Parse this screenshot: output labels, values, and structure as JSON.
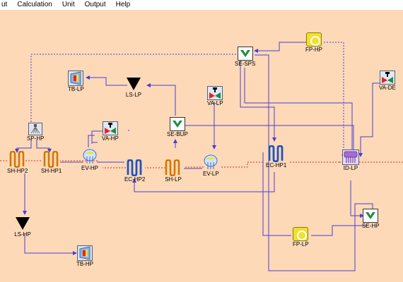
{
  "menu": [
    "ut",
    "Calculation",
    "Unit",
    "Output",
    "Help"
  ],
  "units": {
    "fp_hp": "FP-HP",
    "se_sps": "SE-SPS",
    "tb_lp": "TB-LP",
    "ls_lp": "LS-LP",
    "va_lp": "VA-LP",
    "va_de": "VA-DE",
    "se_bup": "SE-BUP",
    "sp_hp": "SP-HP",
    "va_hp": "VA-HP",
    "sh_hp2": "SH-HP2",
    "sh_hp1": "SH-HP1",
    "ev_hp": "EV-HP",
    "ec_hp2": "EC-HP2",
    "sh_lp": "SH-LP",
    "ev_lp": "EV-LP",
    "ec_hp1": "EC-HP1",
    "id_lp": "ID-LP",
    "se_hp": "SE-HP",
    "ls_hp": "LS-HP",
    "fp_lp": "FP-LP",
    "tb_hp": "TB-HP"
  },
  "colors": {
    "canvas": "#fdd9b8",
    "pipe": "#4a3fd0",
    "flue_gas": "#e8231b",
    "coil_yellow": "#e9a91a",
    "coil_blue": "#3a6fd8",
    "pump_yellow": "#f2e02c",
    "separator_green": "#1f8a3d"
  }
}
